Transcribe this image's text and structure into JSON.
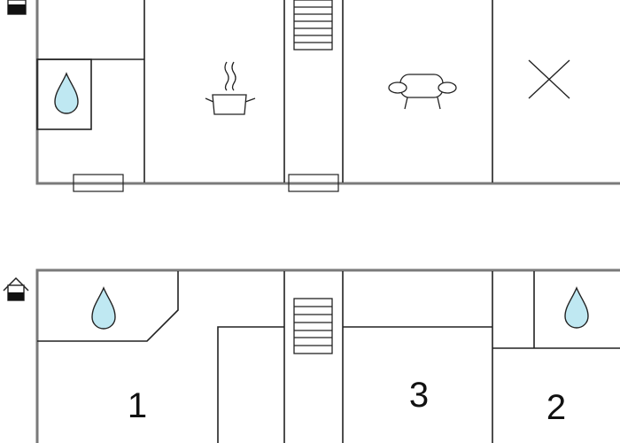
{
  "colors": {
    "wall": "#7a7a7a",
    "line": "#222222",
    "water_drop_fill": "#bfe8f2",
    "background": "#ffffff"
  },
  "upper_floor": {
    "symbols": [
      "floor-marker-icon",
      "water-drop-icon",
      "cooking-pot-icon",
      "staircase-icon",
      "sofa-icon",
      "cross-icon"
    ]
  },
  "lower_floor": {
    "symbols": [
      "floor-marker-icon",
      "water-drop-icon",
      "staircase-icon",
      "water-drop-icon"
    ],
    "rooms": [
      {
        "number": "1"
      },
      {
        "number": "3"
      },
      {
        "number": "2"
      }
    ]
  }
}
